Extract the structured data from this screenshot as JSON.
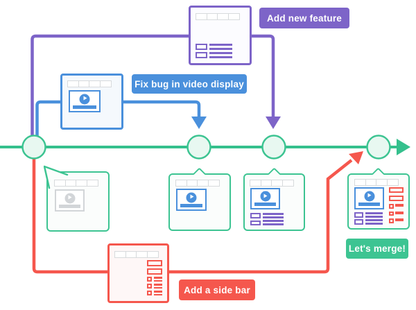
{
  "diagram": {
    "type": "git-branch-merge-illustration",
    "commit_count": 4,
    "branches": [
      {
        "name": "feature",
        "color": "#7d64c8"
      },
      {
        "name": "bugfix",
        "color": "#4a90dc"
      },
      {
        "name": "sidebar",
        "color": "#f5574d"
      },
      {
        "name": "main",
        "color": "#35c08d"
      }
    ]
  },
  "labels": {
    "feature": "Add new feature",
    "bugfix": "Fix bug in video display",
    "sidebar": "Add a side bar",
    "merge": "Let's merge!"
  },
  "colors": {
    "main_branch_green": "#35c08d",
    "commit_node_fill": "#e8f8f1",
    "commit_node_border": "#3dc492",
    "feature_purple": "#7d64c8",
    "bugfix_blue": "#4a90dc",
    "sidebar_red": "#f5574d",
    "merge_green": "#3dc492",
    "placeholder_gray": "#d7dadc"
  },
  "icons": {
    "play-icon": "right-pointing triangle in circle",
    "arrowhead-icon": "solid triangle"
  }
}
